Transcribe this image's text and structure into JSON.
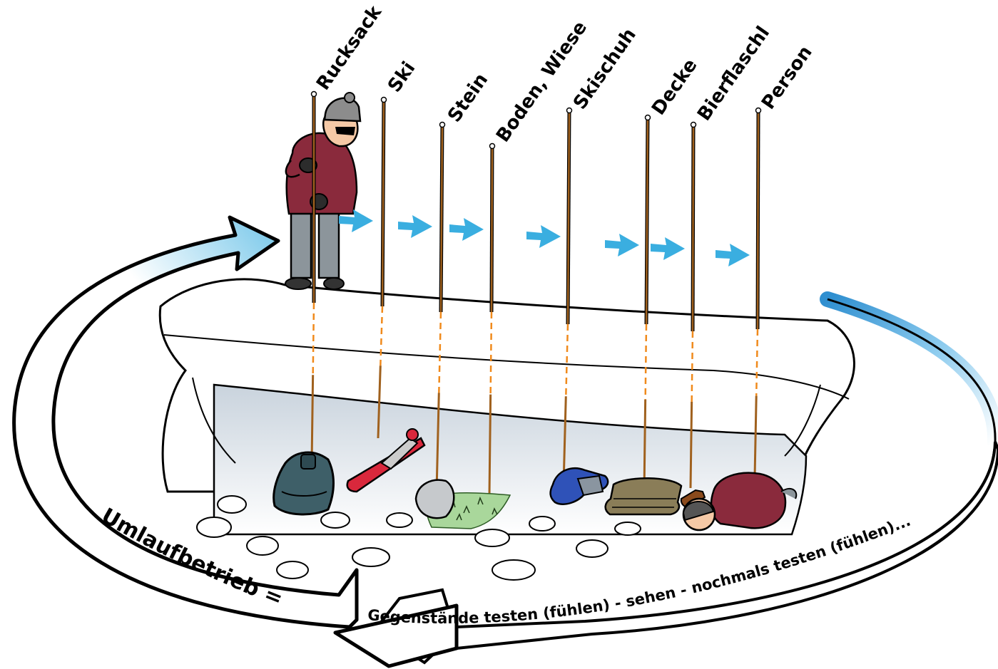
{
  "probe_labels": {
    "rucksack": "Rucksack",
    "ski": "Ski",
    "stein": "Stein",
    "boden": "Boden, Wiese",
    "skischuh": "Skischuh",
    "decke": "Decke",
    "bierflaschl": "Bierflaschl",
    "person": "Person"
  },
  "cycle": {
    "title": "Umlaufbetrieb =",
    "description": "Gegenstände testen (fühlen) - sehen - nochmals testen (fühlen)..."
  },
  "colors": {
    "arrow_blue": "#3aaee0",
    "probe_rod": "#a0611e",
    "dashed_line": "#f08a1c",
    "snow_outline": "#000000",
    "cave_shadow": "#d5dde6",
    "jacket": "#8a2a3c",
    "pants": "#8c959b",
    "rucksack": "#3e5f68",
    "ski": "#d9283c",
    "grass": "#a9d79b",
    "blanket": "#8a7d58",
    "boot": "#2f52b8"
  },
  "icons": [
    "rescuer-figure",
    "rucksack-icon",
    "ski-icon",
    "stone-icon",
    "grass-patch-icon",
    "ski-boot-icon",
    "blanket-icon",
    "beer-bottle-icon",
    "buried-person-icon"
  ]
}
